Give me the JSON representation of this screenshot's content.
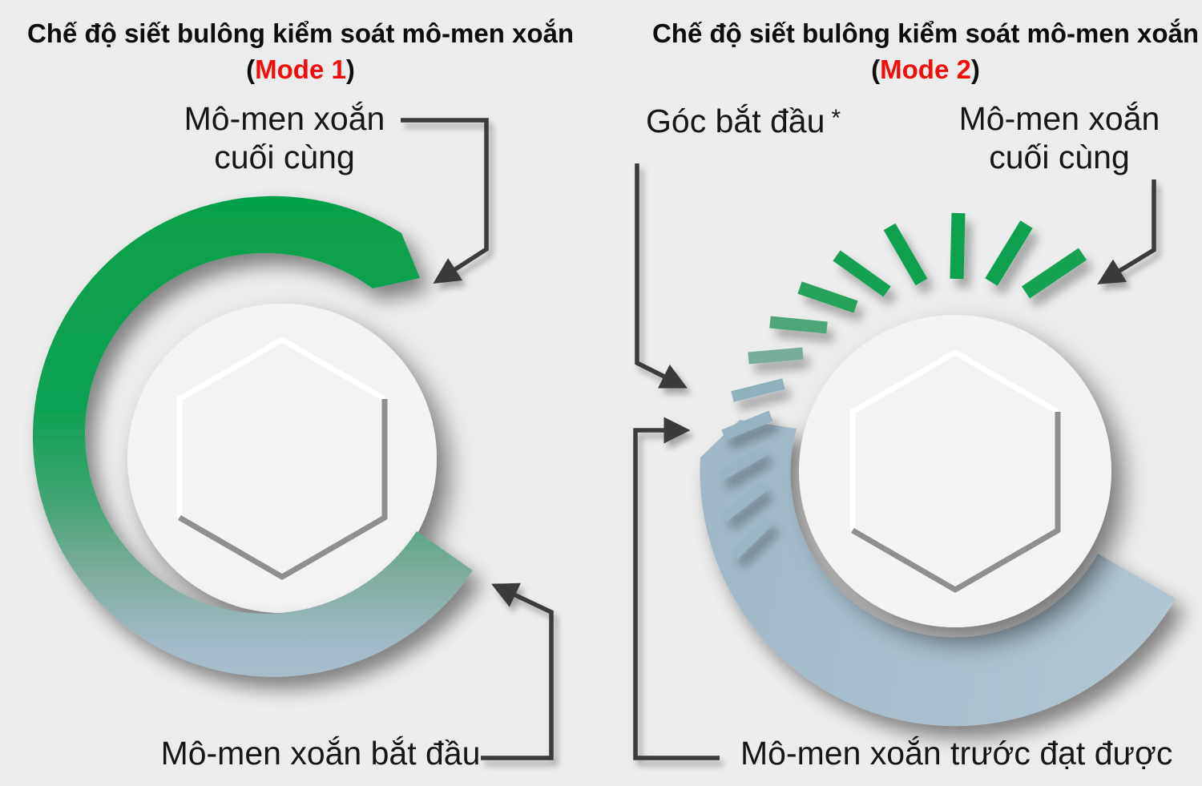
{
  "colors": {
    "background": "#ececec",
    "accent_green": "#0f9e4d",
    "accent_blue_gray": "#a9bfcd",
    "mode_red": "#f20d0d",
    "text": "#121212",
    "arrow_line": "#3a3a3a",
    "bolt_face": "#f3f3f3",
    "hex_highlight": "#ffffff",
    "hex_shadow": "#8f8f8f",
    "left_arc_gradient": [
      "#06a04b",
      "#11a155",
      "#42a474",
      "#83ada0",
      "#a2bac8",
      "#abc1ce"
    ],
    "right_arc_gradient": [
      "#9fb7c6",
      "#a9bfcd",
      "#b1c5d2"
    ]
  },
  "left_panel": {
    "title": "Chế độ siết bulông kiểm soát mô-men xoắn",
    "mode": {
      "open": "(",
      "label": "Mode 1",
      "close": ")"
    },
    "final_torque_label": {
      "line1": "Mô-men xoắn",
      "line2": "cuối cùng"
    },
    "start_torque_label": "Mô-men xoắn bắt đầu"
  },
  "right_panel": {
    "title": "Chế độ siết bulông kiểm soát mô-men xoắn",
    "mode": {
      "open": "(",
      "label": "Mode 2",
      "close": ")"
    },
    "start_angle_label": "Góc bắt đầu",
    "start_angle_asterisk": "*",
    "final_torque_label": {
      "line1": "Mô-men xoắn",
      "line2": "cuối cùng"
    },
    "pre_torque_label": "Mô-men xoắn trước đạt được",
    "tick_colors": [
      "#9cb5c5",
      "#9cb5c5",
      "#9ab4c4",
      "#97b2c1",
      "#90b0bb",
      "#7aac9b",
      "#4ea677",
      "#27a25d",
      "#15a053",
      "#0fa050",
      "#0da04f",
      "#0ea050",
      "#12a152"
    ]
  }
}
